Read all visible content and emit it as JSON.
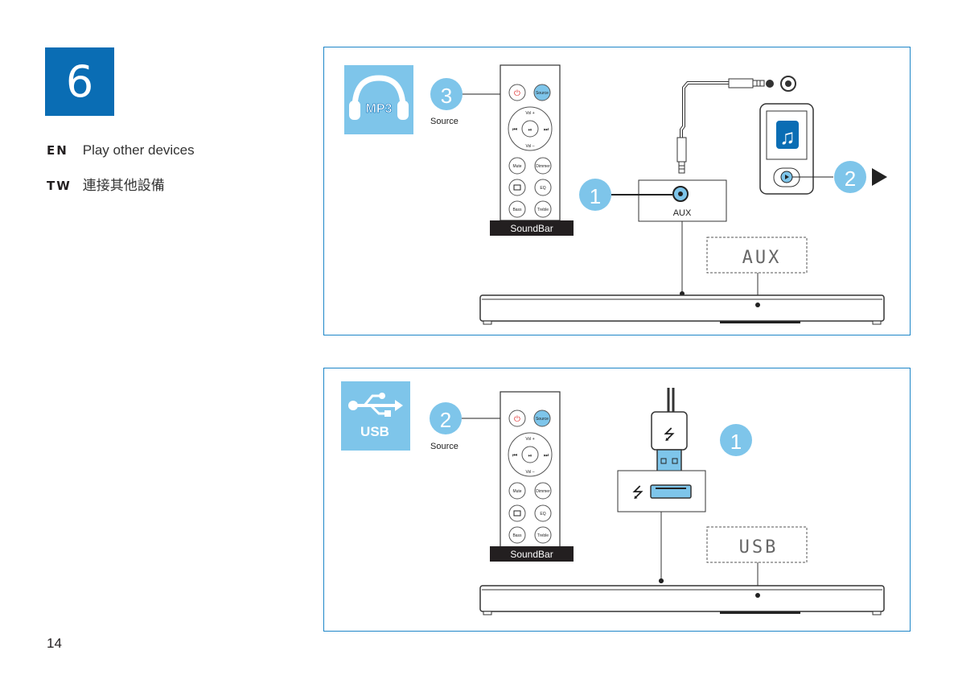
{
  "step": "6",
  "languages": [
    {
      "code": "EN",
      "text": "Play other devices"
    },
    {
      "code": "TW",
      "text": "連接其他設備"
    }
  ],
  "page_number": "14",
  "colors": {
    "accent": "#0a6db4",
    "callout": "#7ec5ea",
    "panel_border": "#1e86c8"
  },
  "remote": {
    "brand": "SoundBar",
    "buttons": [
      "Source",
      "Vol +",
      "Vol –",
      "Mute",
      "Dimmer",
      "EQ",
      "Bass",
      "Treble"
    ]
  },
  "panel_aux": {
    "badge": "MP3",
    "badge_icon": "headphones-icon",
    "source_step": "3",
    "source_label": "Source",
    "connect_step": "1",
    "jack_label": "AUX",
    "play_step": "2",
    "display_text": "AUX"
  },
  "panel_usb": {
    "badge": "USB",
    "badge_icon": "usb-icon",
    "source_step": "2",
    "source_label": "Source",
    "connect_step": "1",
    "display_text": "USB"
  }
}
